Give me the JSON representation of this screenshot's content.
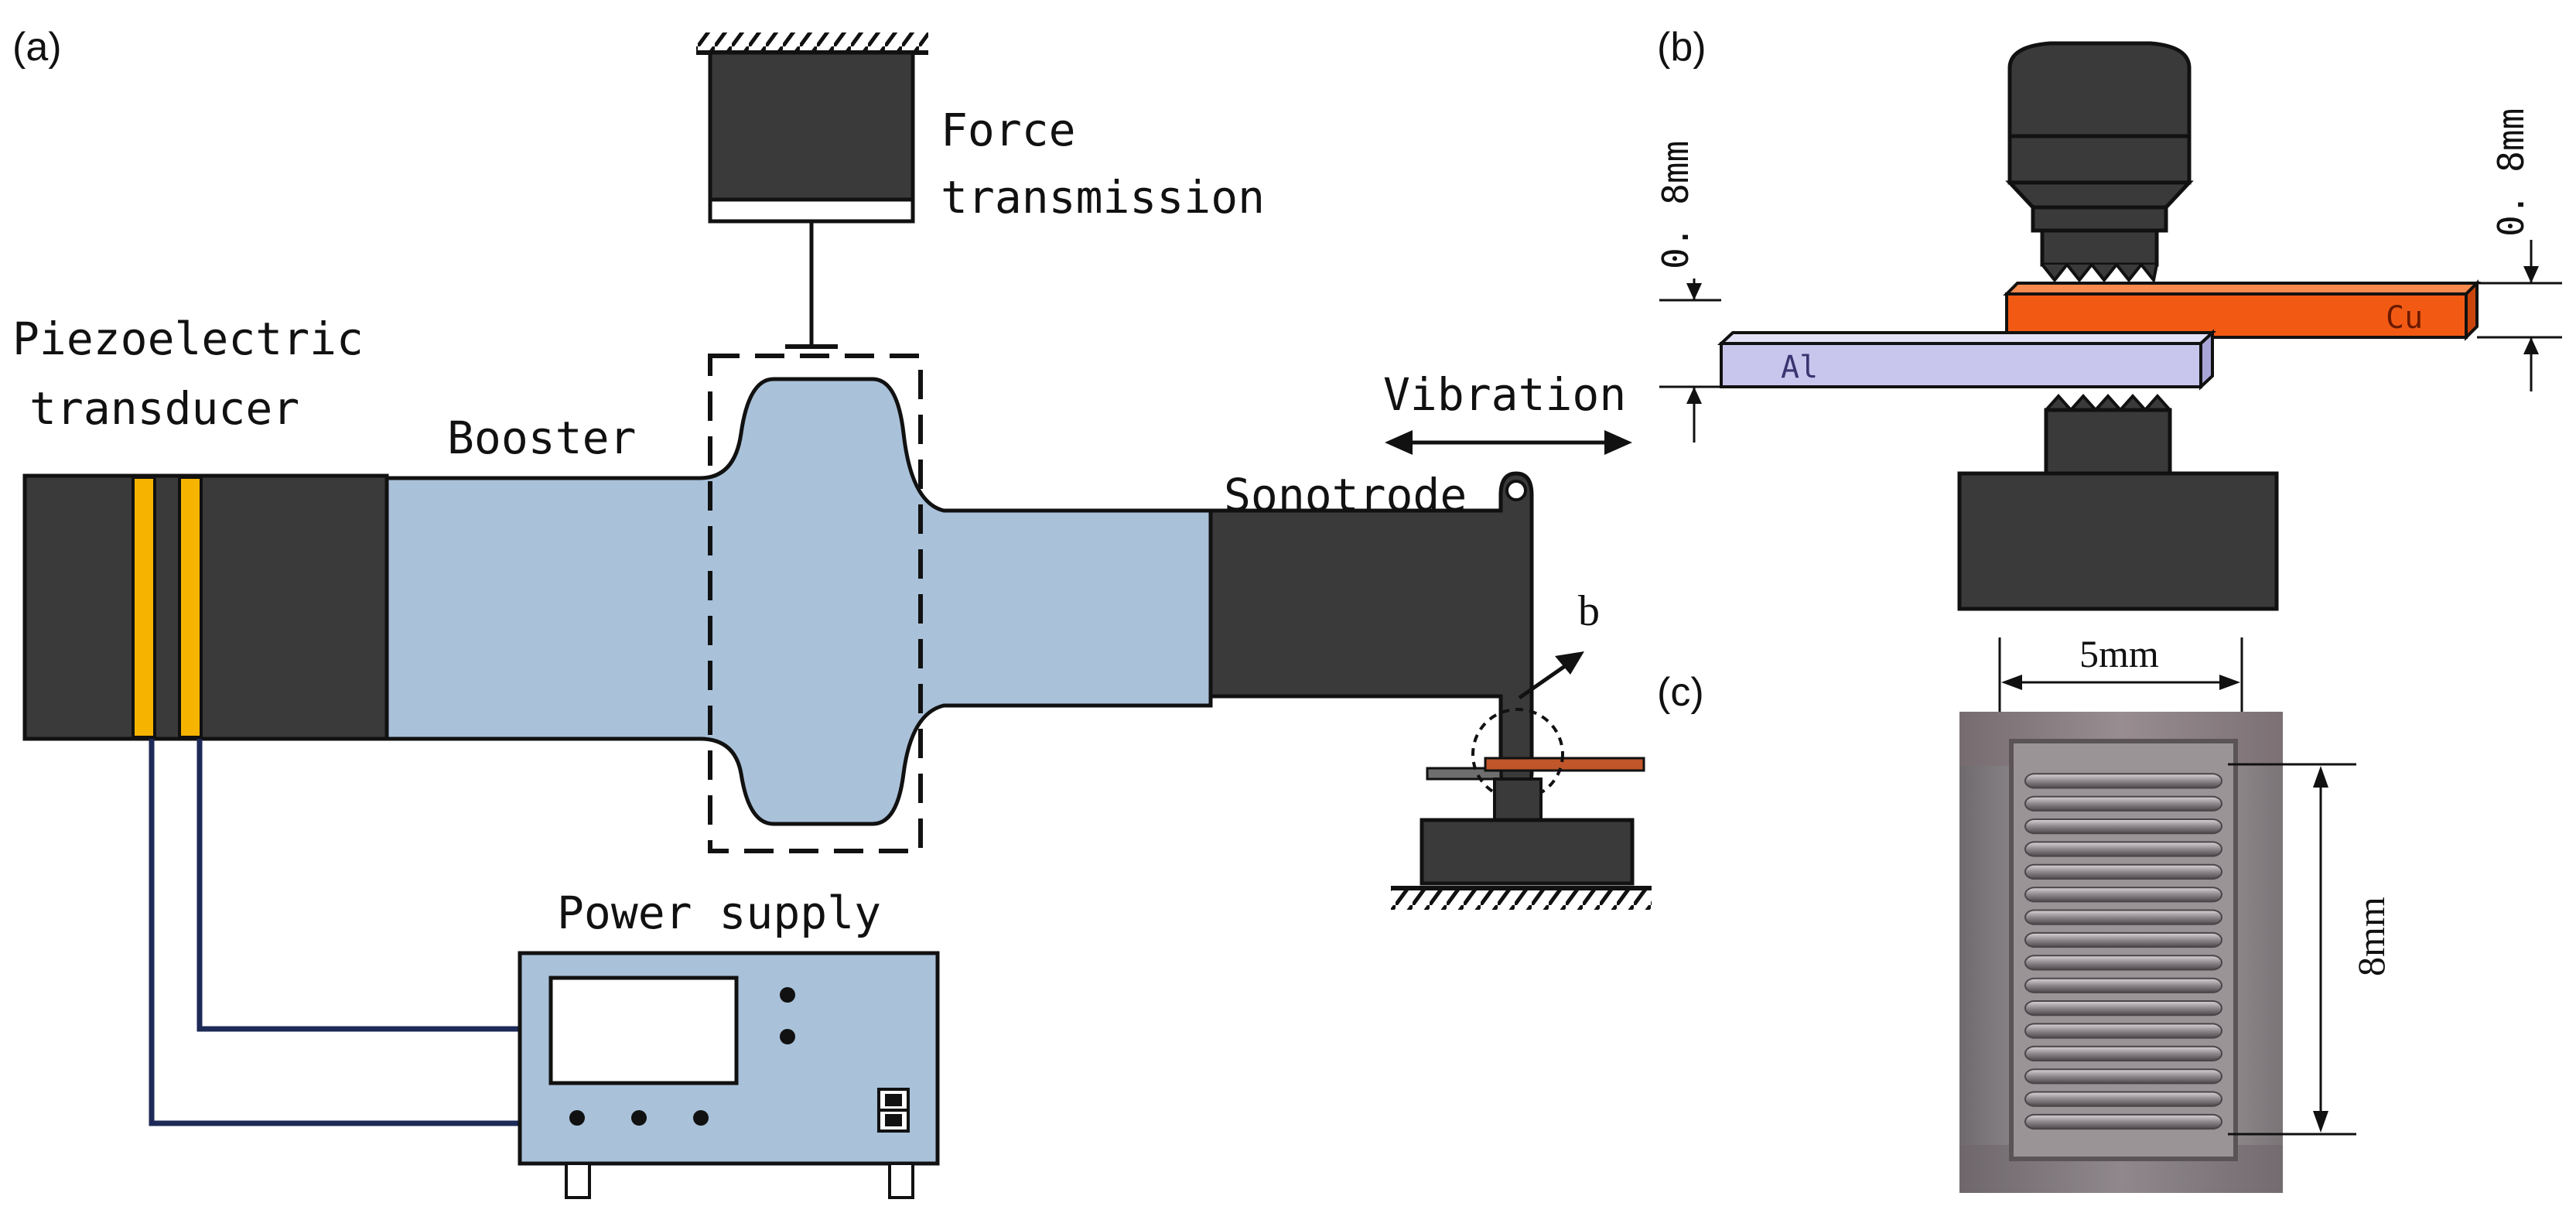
{
  "panels": {
    "a": "(a)",
    "b": "(b)",
    "c": "(c)"
  },
  "labels": {
    "piezo_line1": "Piezoelectric",
    "piezo_line2": "transducer",
    "booster": "Booster",
    "force_line1": "Force",
    "force_line2": "transmission",
    "vibration": "Vibration",
    "sonotrode": "Sonotrode",
    "power_supply": "Power supply",
    "detail_marker": "b"
  },
  "panel_b": {
    "al_label": "Al",
    "cu_label": "Cu",
    "al_thickness": "0. 8mm",
    "cu_thickness": "0. 8mm"
  },
  "panel_c": {
    "width_label": "5mm",
    "height_label": "8mm"
  },
  "colors": {
    "dark": "#3a3a3a",
    "booster_blue": "#a9c1d9",
    "yellow": "#f6b400",
    "copper": "#f25a14",
    "aluminium": "#c9c6ee",
    "wire": "#1d2a57",
    "sample_grey": "#8a8486"
  }
}
